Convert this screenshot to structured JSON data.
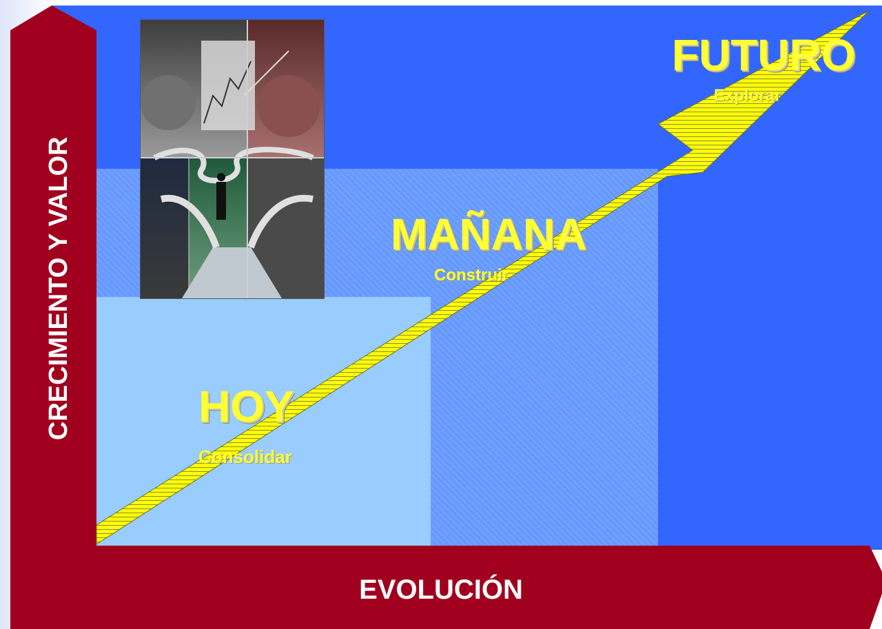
{
  "axes": {
    "y_label": "CRECIMIENTO Y VALOR",
    "x_label": "EVOLUCIÓN"
  },
  "stages": {
    "hoy": {
      "title": "HOY",
      "subtitle": "Consolidar"
    },
    "manana": {
      "title": "MAÑANA",
      "subtitle": "Construir"
    },
    "futuro": {
      "title": "FUTURO",
      "subtitle": "Explorar"
    }
  },
  "colors": {
    "axis": "#a0001e",
    "futuro_zone": "#3366ff",
    "manana_zone": "#6699ff",
    "hoy_zone": "#99ccff",
    "arrow": "#ffff00",
    "label": "#ffff33"
  }
}
